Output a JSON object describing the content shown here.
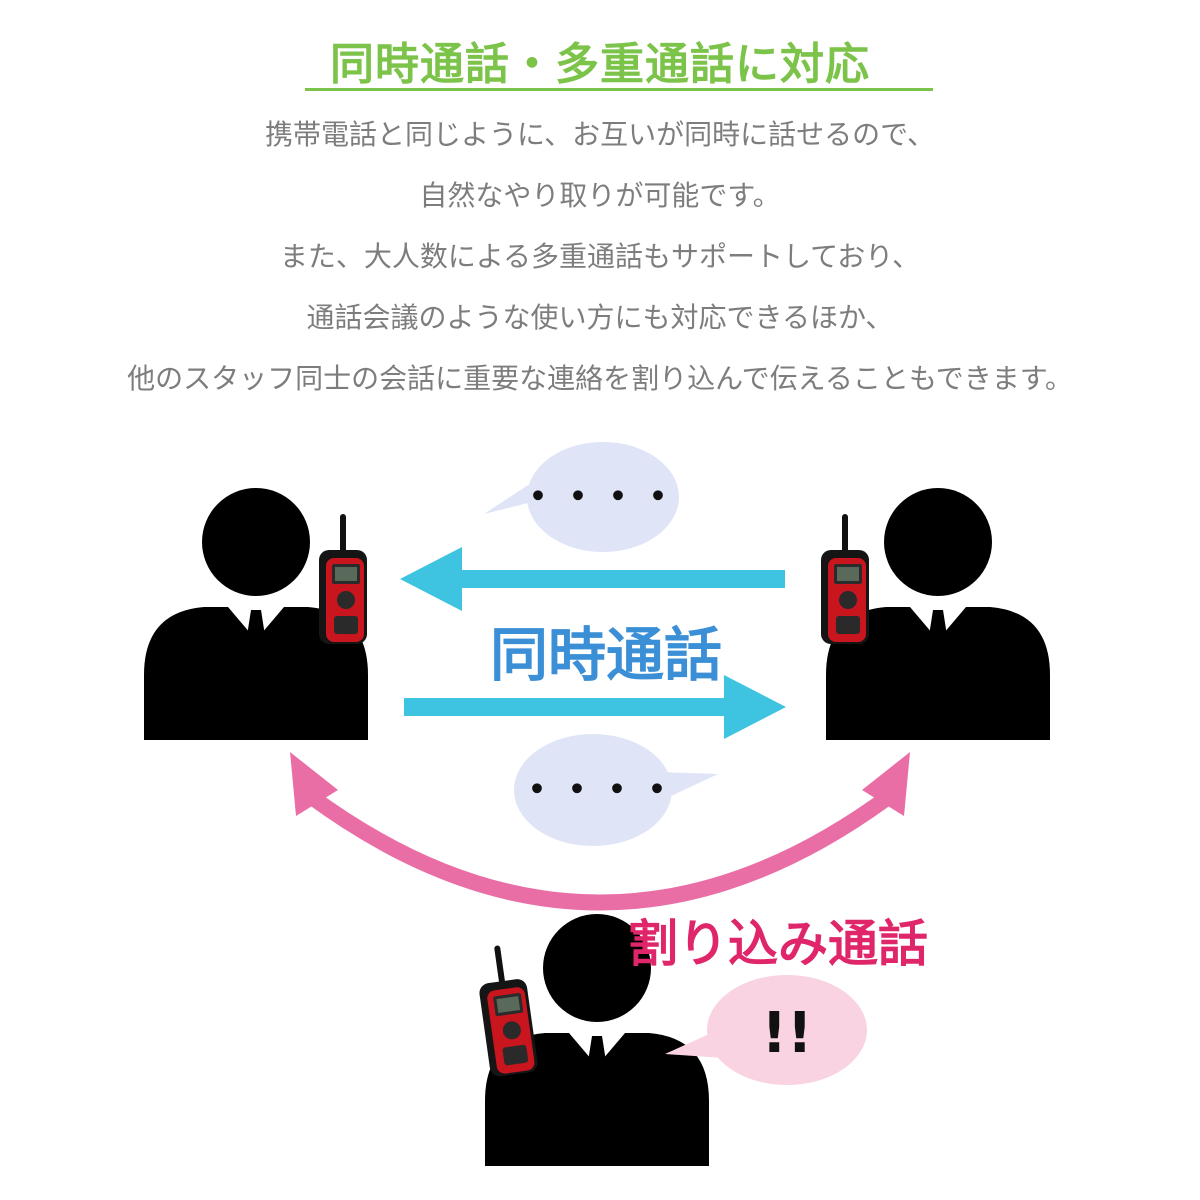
{
  "heading": "同時通話・多重通話に対応",
  "description": [
    "携帯電話と同じように、お互いが同時に話せるので、",
    "自然なやり取りが可能です。",
    "また、大人数による多重通話もサポートしており、",
    "通話会議のような使い方にも対応できるほか、",
    "他のスタッフ同士の会話に重要な連絡を割り込んで伝えることもできます。"
  ],
  "labels": {
    "simultaneous": "同時通話",
    "interrupt": "割り込み通話"
  },
  "bubbles": {
    "top": "・・・・",
    "bottom": "・・・・",
    "interrupt": "!!"
  },
  "colors": {
    "heading": "#7cc34a",
    "description": "#7d7d7d",
    "simultaneous_label": "#3a8fd6",
    "interrupt_label": "#e0266a",
    "arrow_cyan": "#3ec3e0",
    "arrow_pink": "#ea6ea6",
    "bubble_blue": "#dfe4f7",
    "bubble_pink": "#f9d3e2",
    "radio_red": "#c9151e"
  },
  "icons": [
    "person-icon",
    "radio-icon",
    "speech-bubble-icon",
    "arrow-icon"
  ]
}
